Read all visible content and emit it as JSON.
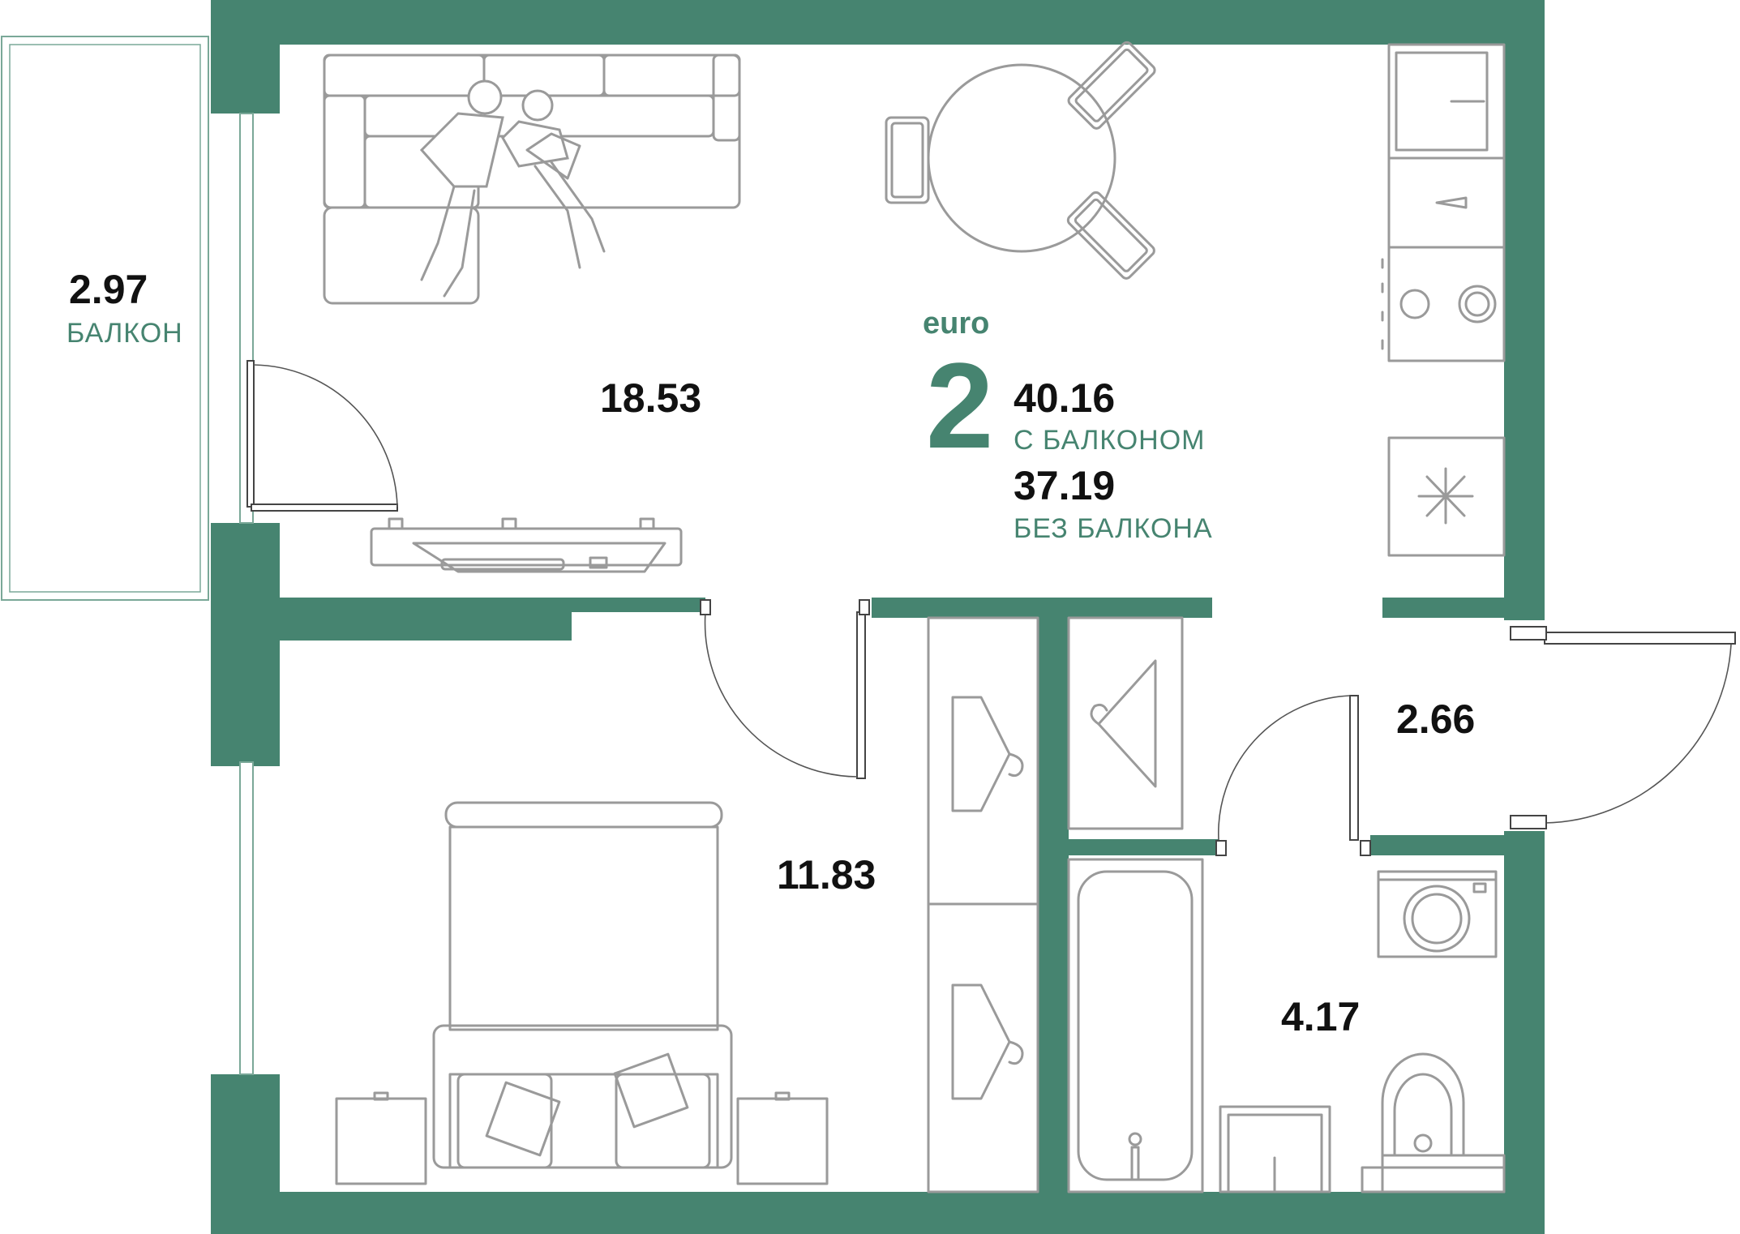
{
  "brand_color": "#468470",
  "summary": {
    "format": "euro",
    "rooms": "2",
    "total_area": "40.16",
    "total_area_caption": "С БАЛКОНОМ",
    "area_no_balcony": "37.19",
    "area_no_balcony_caption": "БЕЗ БАЛКОНА"
  },
  "rooms": {
    "balcony": {
      "area": "2.97",
      "name": "БАЛКОН"
    },
    "living_kitchen": {
      "area": "18.53"
    },
    "bedroom": {
      "area": "11.83"
    },
    "hall": {
      "area": "2.66"
    },
    "bathroom": {
      "area": "4.17"
    }
  },
  "icons": [
    "sofa-icon",
    "people-icon",
    "dining-table-icon",
    "kitchen-sink-icon",
    "stove-icon",
    "fridge-icon",
    "tv-icon",
    "bed-icon",
    "nightstand-icon",
    "wardrobe-icon",
    "hanger-icon",
    "bathtub-icon",
    "washing-machine-icon",
    "toilet-icon",
    "washbasin-icon"
  ]
}
